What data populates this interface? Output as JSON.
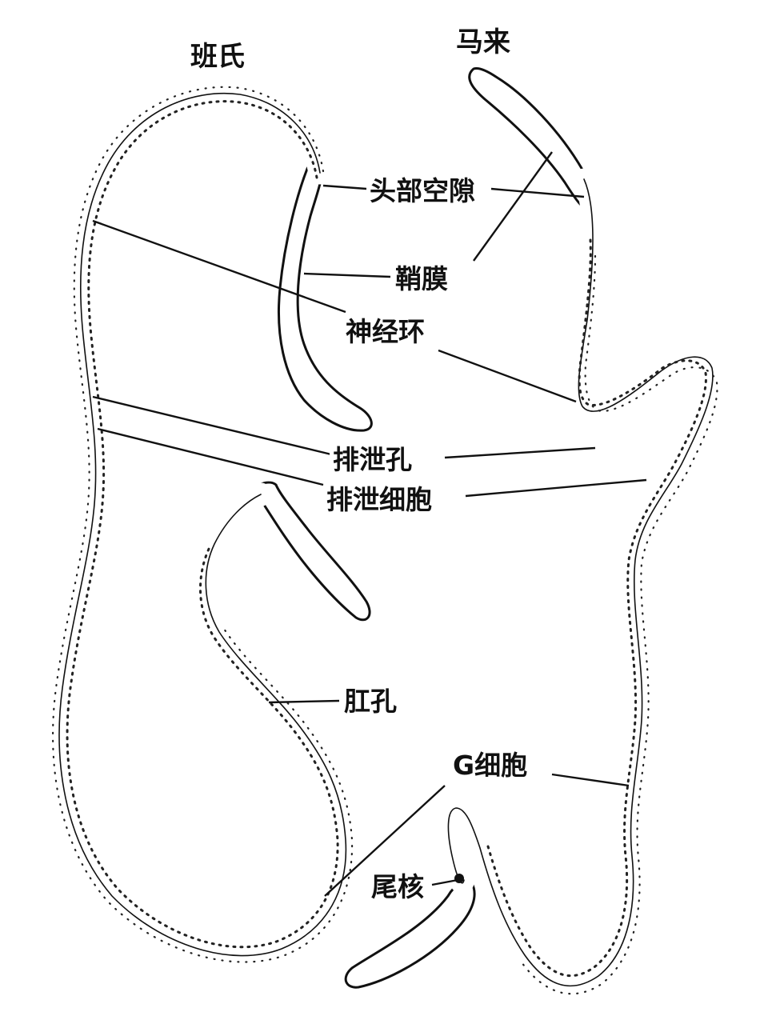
{
  "species": {
    "left": "班氏",
    "right": "马来"
  },
  "labels": {
    "head_space": "头部空隙",
    "sheath": "鞘膜",
    "nerve_ring": "神经环",
    "excretory_pore": "排泄孔",
    "excretory_cell": "排泄细胞",
    "anal_pore": "肛孔",
    "g_cell": "G细胞",
    "tail_nucleus": "尾核"
  },
  "colors": {
    "ink": "#111111",
    "background": "#ffffff"
  }
}
